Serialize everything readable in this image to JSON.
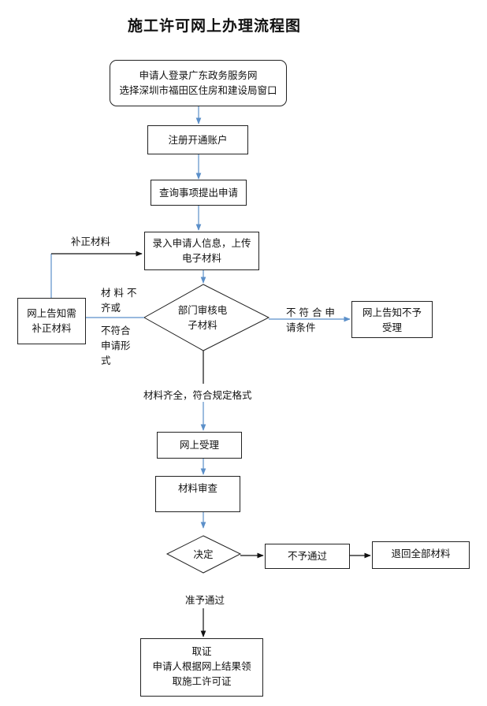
{
  "title": "施工许可网上办理流程图",
  "colors": {
    "blue_connector": "#5b8fc9",
    "black_connector": "#111111"
  },
  "nodes": {
    "start": {
      "line1": "申请人登录广东政务服务网",
      "line2": "选择深圳市福田区住房和建设局窗口"
    },
    "register": {
      "label": "注册开通账户"
    },
    "query": {
      "label": "查询事项提出申请"
    },
    "input": {
      "line1": "录入申请人信息，上传",
      "line2": "电子材料"
    },
    "review": {
      "line1": "部门审核电",
      "line2": "子材料"
    },
    "supplement": {
      "line1": "网上告知需",
      "line2": "补正材料"
    },
    "reject_notice": {
      "line1": "网上告知不予",
      "line2": "受理"
    },
    "accept": {
      "label": "网上受理"
    },
    "check": {
      "label": "材料审查"
    },
    "decide": {
      "label": "决定"
    },
    "not_pass": {
      "label": "不予通过"
    },
    "return": {
      "label": "退回全部材料"
    },
    "final": {
      "line1": "取证",
      "line2": "申请人根据网上结果领",
      "line3": "取施工许可证"
    }
  },
  "edge_labels": {
    "supplement_back": "补正材料",
    "incomplete": [
      "材 料 不",
      "齐或",
      "",
      "不符合",
      "申请形",
      "式"
    ],
    "not_meet": [
      "不 符 合 申",
      "请条件"
    ],
    "complete": "材料齐全，符合规定格式",
    "approve": "准予通过"
  }
}
